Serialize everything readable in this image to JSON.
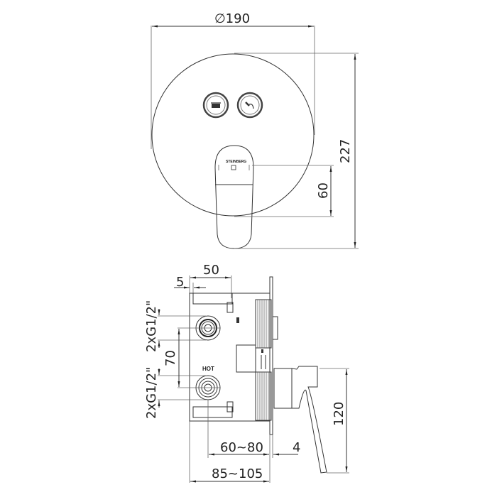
{
  "drawing": {
    "front_view": {
      "diameter_label": "∅190",
      "height_label": "227",
      "handle_offset_label": "60",
      "brand_text": "STEINBERG",
      "buttons": [
        {
          "icon": "bathtub-icon"
        },
        {
          "icon": "shower-head-icon"
        }
      ]
    },
    "side_view": {
      "offset_label": "5",
      "width_label": "50",
      "thread_top_label": "2xG1/2\"",
      "thread_bottom_label": "2xG1/2\"",
      "spacing_label": "70",
      "hot_label": "HOT",
      "depth_range_label": "60~80",
      "plate_thickness_label": "4",
      "total_depth_label": "85~105",
      "handle_height_label": "120"
    }
  }
}
